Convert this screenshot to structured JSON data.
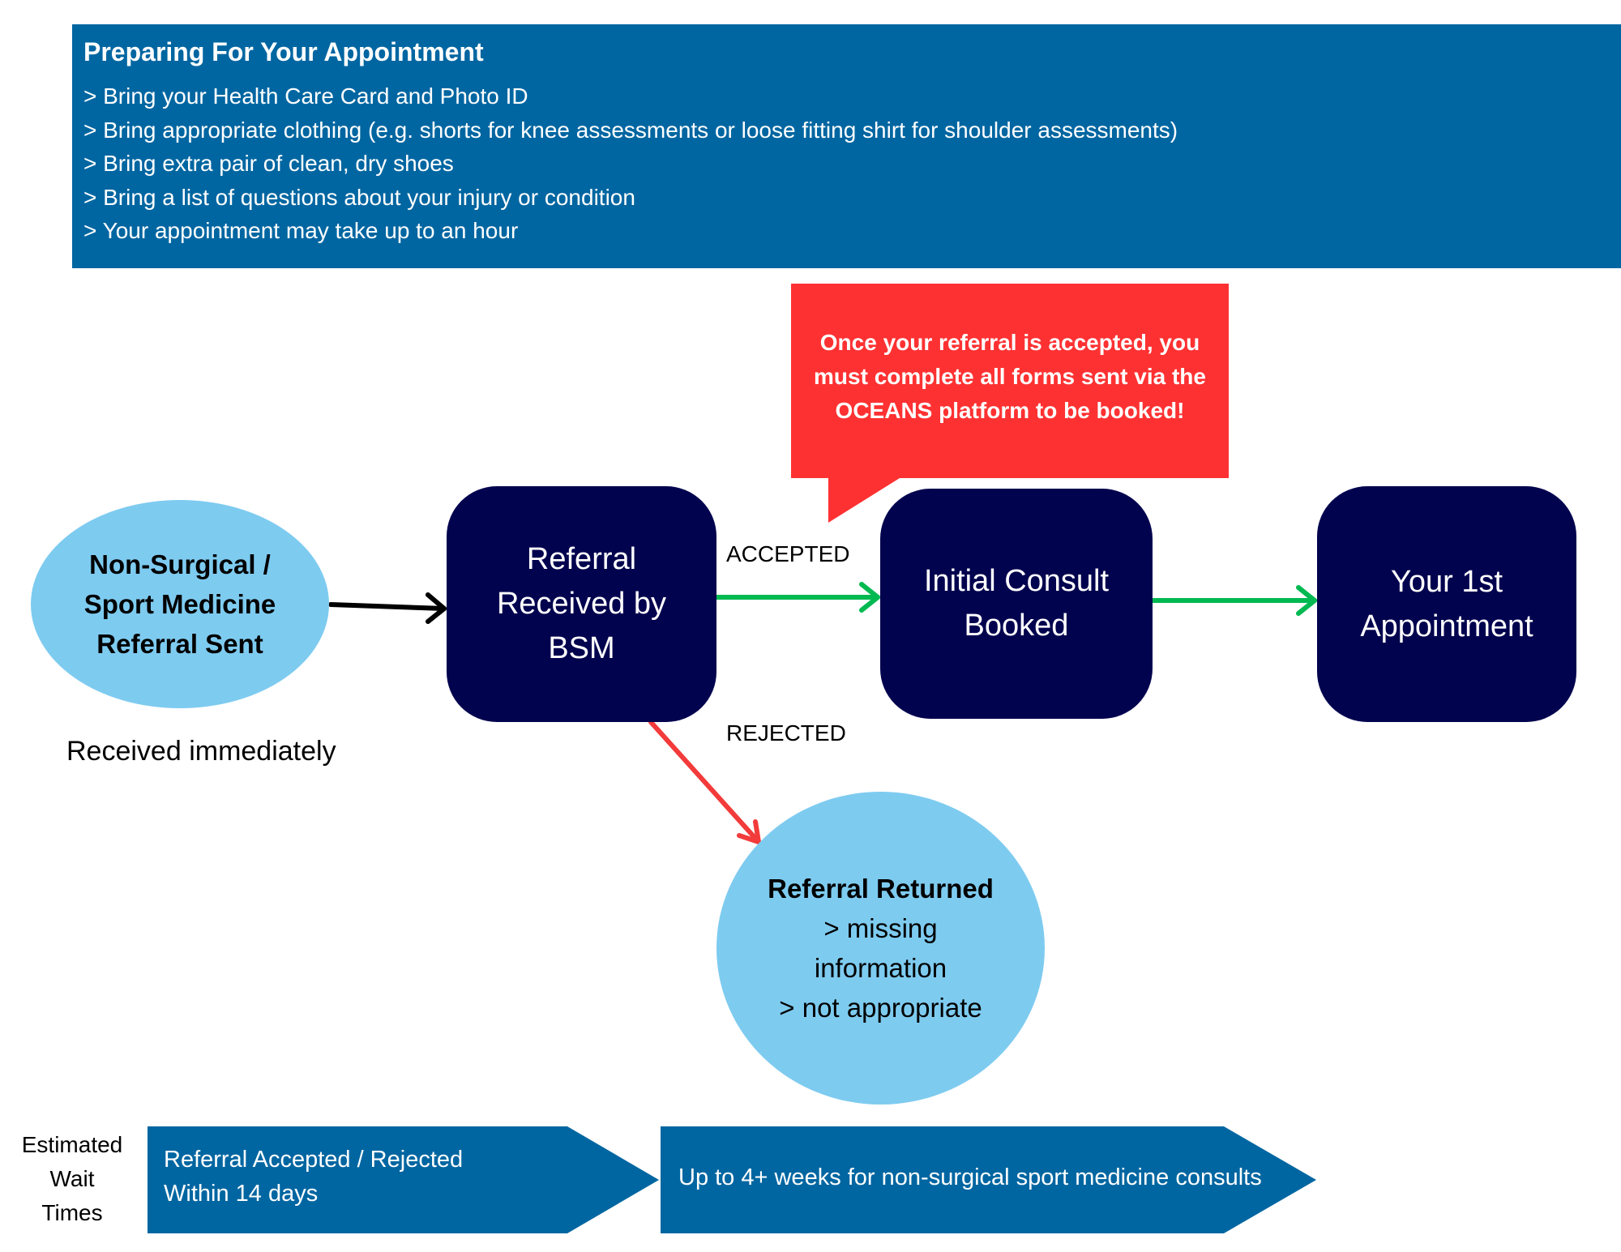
{
  "prep": {
    "title": "Preparing For Your Appointment",
    "items": [
      "> Bring your Health Care Card and Photo ID",
      "> Bring appropriate clothing (e.g. shorts for knee assessments or loose fitting shirt for shoulder assessments)",
      "> Bring extra pair of clean, dry shoes",
      "> Bring a list of questions about your injury or condition",
      "> Your appointment may take up to an hour"
    ]
  },
  "callout": {
    "text": "Once your referral is accepted, you must complete all forms sent via the OCEANS platform to be booked!"
  },
  "nodes": {
    "sent": {
      "line1": "Non-Surgical /",
      "line2": "Sport Medicine",
      "line3": "Referral Sent"
    },
    "received": {
      "line1": "Referral",
      "line2": "Received by",
      "line3": "BSM"
    },
    "booked": {
      "line1": "Initial Consult",
      "line2": "Booked"
    },
    "first": {
      "line1": "Your 1st",
      "line2": "Appointment"
    },
    "returned": {
      "title": "Referral Returned",
      "line1": "> missing",
      "line2": "information",
      "line3": "> not appropriate"
    }
  },
  "labels": {
    "immediate": "Received immediately",
    "accepted": "ACCEPTED",
    "rejected": "REJECTED"
  },
  "timeline": {
    "label_line1": "Estimated",
    "label_line2": "Wait",
    "label_line3": "Times",
    "step1_line1": "Referral Accepted / Rejected",
    "step1_line2": "Within 14 days",
    "step2": "Up to 4+ weeks for non-surgical sport medicine consults"
  },
  "colors": {
    "header_blue": "#0066a1",
    "callout_red": "#fe3132",
    "node_navy": "#02034e",
    "node_light_blue": "#7ecbf0",
    "arrow_green": "#00b951",
    "arrow_red": "#f23b3a",
    "arrow_black": "#000000"
  }
}
